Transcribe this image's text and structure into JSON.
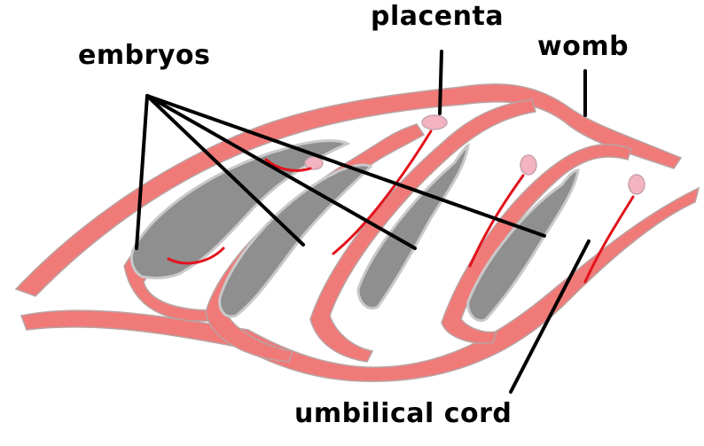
{
  "labels": {
    "embryos": "embryos",
    "placenta": "placenta",
    "womb": "womb",
    "umbilical_cord": "umbilical cord"
  },
  "colors": {
    "womb_tissue": "#f07a78",
    "embryo_body": "#8f8f8f",
    "embryo_outline": "#c9c9c9",
    "umbilical_cord": "#e3121b",
    "placenta": "#f4b3c0",
    "leader_line": "#000000",
    "background": "#ffffff"
  }
}
